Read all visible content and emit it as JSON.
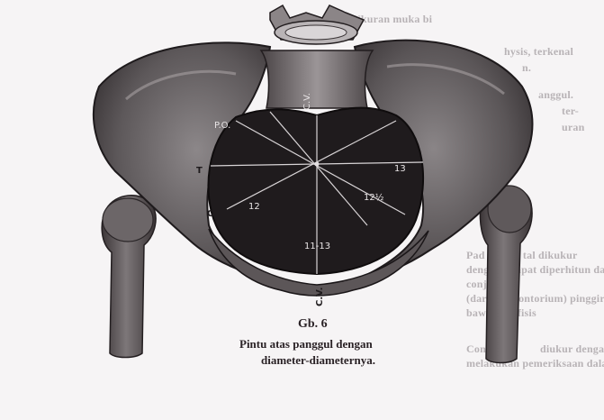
{
  "figure": {
    "number": "Gb. 6",
    "caption_line1": "Pintu atas panggul dengan",
    "caption_line2": "diameter-diameternya.",
    "labels": {
      "cv_top": "C.V.",
      "cv_bottom": "C.V.",
      "po": "P.O.",
      "t": "T",
      "o": "O",
      "d12": "12",
      "d13": "13",
      "d12half": "12½",
      "d11_13": "11-13"
    }
  },
  "bleed_through": {
    "header": "Ukuran muka bi",
    "lines": [
      "hysis, terkenal",
      "n.",
      "anggul.",
      "ter-",
      "uran",
      "Pad",
      "ra tal dikukur",
      "dengan",
      "dapat diperhitun dari",
      "conjugata",
      "(dari promontorium) pinggir",
      "bawah simfisis",
      "Conjuga",
      "diukur dengan tangan yang",
      "melakukan pemeriksaan dalam."
    ]
  },
  "colors": {
    "paper": "#f6f4f5",
    "bone": "#6f6a6c",
    "bone_dark": "#3b3537",
    "inlet": "#1f1b1d",
    "diameter_line": "#d8d4d6"
  }
}
